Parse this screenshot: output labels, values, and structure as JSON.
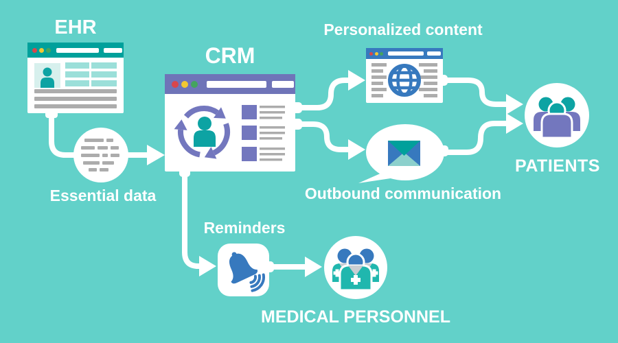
{
  "nodes": {
    "ehr": {
      "label": "EHR",
      "icon": "patient-record-browser-icon"
    },
    "essential_data": {
      "label": "Essential data",
      "icon": "text-snippets-icon"
    },
    "crm": {
      "label": "CRM",
      "icon": "customer-sync-browser-icon"
    },
    "personalized_content": {
      "label": "Personalized content",
      "icon": "globe-browser-icon"
    },
    "outbound_communication": {
      "label": "Outbound communication",
      "icon": "email-speech-bubble-icon"
    },
    "reminders": {
      "label": "Reminders",
      "icon": "bell-notification-icon"
    },
    "patients": {
      "label": "PATIENTS",
      "icon": "people-group-icon"
    },
    "medical_personnel": {
      "label": "MEDICAL PERSONNEL",
      "icon": "medical-team-icon"
    }
  },
  "edges": [
    {
      "from": "ehr",
      "to": "essential_data"
    },
    {
      "from": "essential_data",
      "to": "crm"
    },
    {
      "from": "crm",
      "to": "personalized_content"
    },
    {
      "from": "crm",
      "to": "outbound_communication"
    },
    {
      "from": "personalized_content",
      "to": "patients"
    },
    {
      "from": "outbound_communication",
      "to": "patients"
    },
    {
      "from": "crm",
      "to": "reminders"
    },
    {
      "from": "reminders",
      "to": "medical_personnel"
    }
  ],
  "theme": {
    "background": "#62D1C9",
    "teal-dark": "#00A09B",
    "teal-icon": "#0DA3A3",
    "purple": "#7377BE",
    "purple-header": "#6F74B8",
    "blue": "#3779BE",
    "light-teal": "#9BDFD9",
    "avatar-bg": "#D7F0ED",
    "gray": "#ACACAC",
    "med-teal": "#20B7AE",
    "collar-gray": "#C9CDD2",
    "envelope-light": "#8CD0CC",
    "dot-red": "#D9464C",
    "dot-yellow": "#F2C832",
    "dot-green": "#44A45E"
  }
}
